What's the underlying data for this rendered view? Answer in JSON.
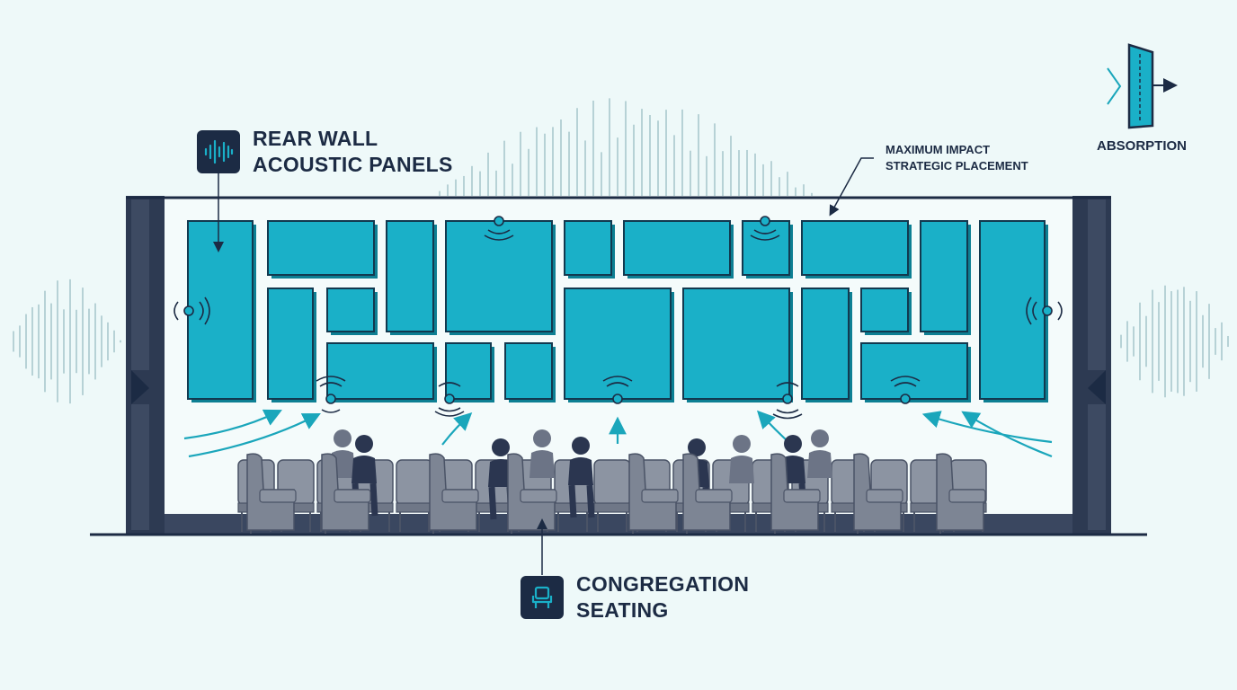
{
  "labels": {
    "rear_wall_line1": "REAR WALL",
    "rear_wall_line2": "ACOUSTIC PANELS",
    "max_impact_line1": "MAXIMUM IMPACT",
    "max_impact_line2": "STRATEGIC PLACEMENT",
    "absorption": "ABSORPTION",
    "congregation_line1": "CONGREGATION",
    "congregation_line2": "SEATING"
  },
  "icons": {
    "rear_wall_icon": "sound-wave-icon",
    "congregation_icon": "chair-icon",
    "absorption_icon": "absorption-panel-icon"
  },
  "colors": {
    "background": "#eef9f9",
    "panel": "#1ab0c8",
    "navy": "#1c2b44",
    "seat": "#7d8594",
    "accent": "#1aa6bb"
  }
}
